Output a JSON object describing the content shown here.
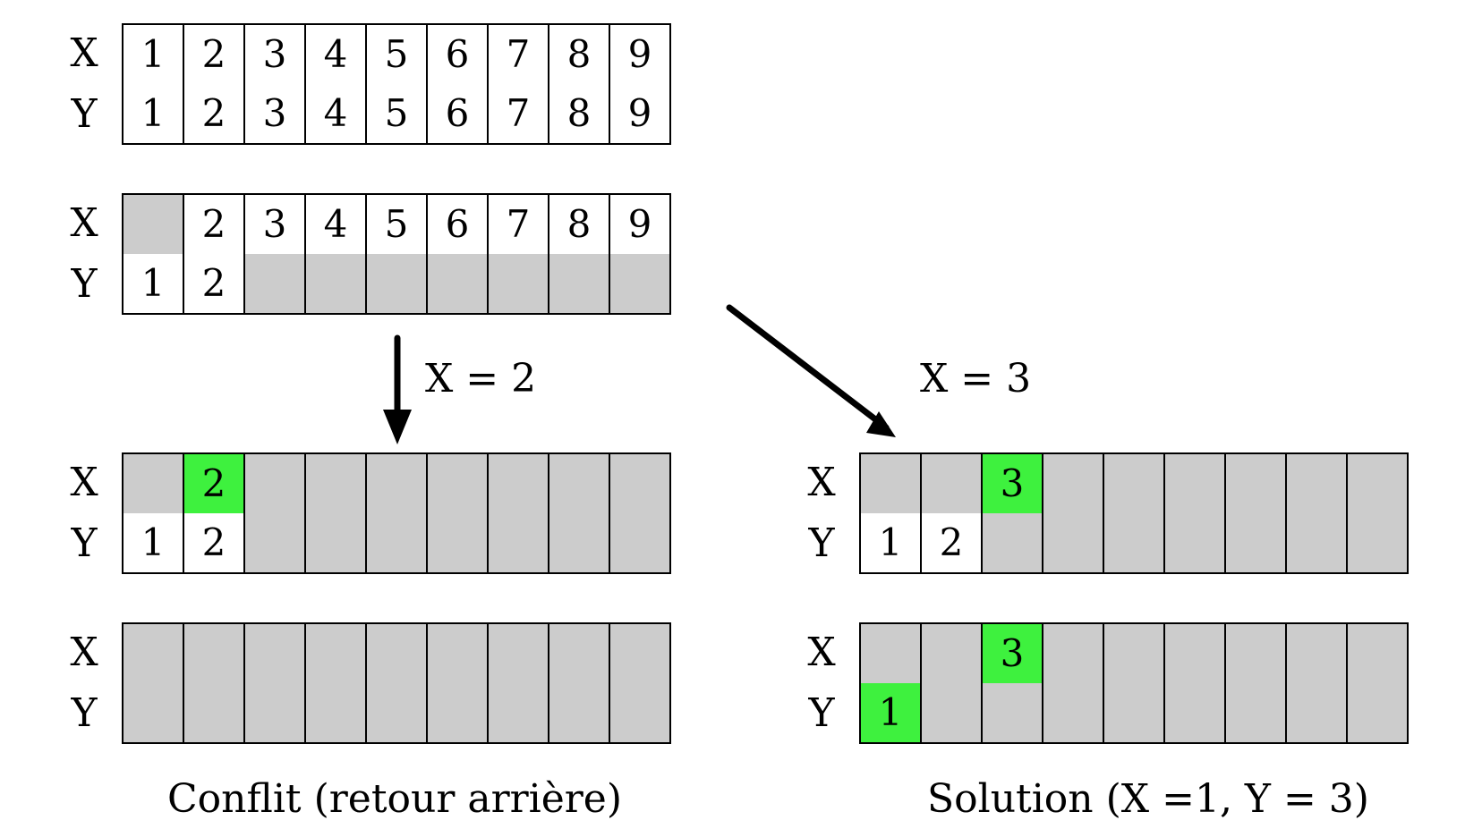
{
  "row_labels": {
    "x": "X",
    "y": "Y"
  },
  "colors": {
    "white": "#ffffff",
    "grey": "#cccccc",
    "green": "#3ef13e"
  },
  "grids": [
    {
      "id": "initial",
      "x": [
        {
          "v": "1",
          "s": "white"
        },
        {
          "v": "2",
          "s": "white"
        },
        {
          "v": "3",
          "s": "white"
        },
        {
          "v": "4",
          "s": "white"
        },
        {
          "v": "5",
          "s": "white"
        },
        {
          "v": "6",
          "s": "white"
        },
        {
          "v": "7",
          "s": "white"
        },
        {
          "v": "8",
          "s": "white"
        },
        {
          "v": "9",
          "s": "white"
        }
      ],
      "y": [
        {
          "v": "1",
          "s": "white"
        },
        {
          "v": "2",
          "s": "white"
        },
        {
          "v": "3",
          "s": "white"
        },
        {
          "v": "4",
          "s": "white"
        },
        {
          "v": "5",
          "s": "white"
        },
        {
          "v": "6",
          "s": "white"
        },
        {
          "v": "7",
          "s": "white"
        },
        {
          "v": "8",
          "s": "white"
        },
        {
          "v": "9",
          "s": "white"
        }
      ]
    },
    {
      "id": "after-constraint",
      "x": [
        {
          "v": "",
          "s": "grey"
        },
        {
          "v": "2",
          "s": "white"
        },
        {
          "v": "3",
          "s": "white"
        },
        {
          "v": "4",
          "s": "white"
        },
        {
          "v": "5",
          "s": "white"
        },
        {
          "v": "6",
          "s": "white"
        },
        {
          "v": "7",
          "s": "white"
        },
        {
          "v": "8",
          "s": "white"
        },
        {
          "v": "9",
          "s": "white"
        }
      ],
      "y": [
        {
          "v": "1",
          "s": "white"
        },
        {
          "v": "2",
          "s": "white"
        },
        {
          "v": "",
          "s": "grey"
        },
        {
          "v": "",
          "s": "grey"
        },
        {
          "v": "",
          "s": "grey"
        },
        {
          "v": "",
          "s": "grey"
        },
        {
          "v": "",
          "s": "grey"
        },
        {
          "v": "",
          "s": "grey"
        },
        {
          "v": "",
          "s": "grey"
        }
      ]
    },
    {
      "id": "branch-x2-step1",
      "x": [
        {
          "v": "",
          "s": "grey"
        },
        {
          "v": "2",
          "s": "green"
        },
        {
          "v": "",
          "s": "grey"
        },
        {
          "v": "",
          "s": "grey"
        },
        {
          "v": "",
          "s": "grey"
        },
        {
          "v": "",
          "s": "grey"
        },
        {
          "v": "",
          "s": "grey"
        },
        {
          "v": "",
          "s": "grey"
        },
        {
          "v": "",
          "s": "grey"
        }
      ],
      "y": [
        {
          "v": "1",
          "s": "white"
        },
        {
          "v": "2",
          "s": "white"
        },
        {
          "v": "",
          "s": "grey"
        },
        {
          "v": "",
          "s": "grey"
        },
        {
          "v": "",
          "s": "grey"
        },
        {
          "v": "",
          "s": "grey"
        },
        {
          "v": "",
          "s": "grey"
        },
        {
          "v": "",
          "s": "grey"
        },
        {
          "v": "",
          "s": "grey"
        }
      ]
    },
    {
      "id": "branch-x2-step2",
      "x": [
        {
          "v": "",
          "s": "grey"
        },
        {
          "v": "",
          "s": "grey"
        },
        {
          "v": "",
          "s": "grey"
        },
        {
          "v": "",
          "s": "grey"
        },
        {
          "v": "",
          "s": "grey"
        },
        {
          "v": "",
          "s": "grey"
        },
        {
          "v": "",
          "s": "grey"
        },
        {
          "v": "",
          "s": "grey"
        },
        {
          "v": "",
          "s": "grey"
        }
      ],
      "y": [
        {
          "v": "",
          "s": "grey"
        },
        {
          "v": "",
          "s": "grey"
        },
        {
          "v": "",
          "s": "grey"
        },
        {
          "v": "",
          "s": "grey"
        },
        {
          "v": "",
          "s": "grey"
        },
        {
          "v": "",
          "s": "grey"
        },
        {
          "v": "",
          "s": "grey"
        },
        {
          "v": "",
          "s": "grey"
        },
        {
          "v": "",
          "s": "grey"
        }
      ]
    },
    {
      "id": "branch-x3-step1",
      "x": [
        {
          "v": "",
          "s": "grey"
        },
        {
          "v": "",
          "s": "grey"
        },
        {
          "v": "3",
          "s": "green"
        },
        {
          "v": "",
          "s": "grey"
        },
        {
          "v": "",
          "s": "grey"
        },
        {
          "v": "",
          "s": "grey"
        },
        {
          "v": "",
          "s": "grey"
        },
        {
          "v": "",
          "s": "grey"
        },
        {
          "v": "",
          "s": "grey"
        }
      ],
      "y": [
        {
          "v": "1",
          "s": "white"
        },
        {
          "v": "2",
          "s": "white"
        },
        {
          "v": "",
          "s": "grey"
        },
        {
          "v": "",
          "s": "grey"
        },
        {
          "v": "",
          "s": "grey"
        },
        {
          "v": "",
          "s": "grey"
        },
        {
          "v": "",
          "s": "grey"
        },
        {
          "v": "",
          "s": "grey"
        },
        {
          "v": "",
          "s": "grey"
        }
      ]
    },
    {
      "id": "branch-x3-step2",
      "x": [
        {
          "v": "",
          "s": "grey"
        },
        {
          "v": "",
          "s": "grey"
        },
        {
          "v": "3",
          "s": "green"
        },
        {
          "v": "",
          "s": "grey"
        },
        {
          "v": "",
          "s": "grey"
        },
        {
          "v": "",
          "s": "grey"
        },
        {
          "v": "",
          "s": "grey"
        },
        {
          "v": "",
          "s": "grey"
        },
        {
          "v": "",
          "s": "grey"
        }
      ],
      "y": [
        {
          "v": "1",
          "s": "green"
        },
        {
          "v": "",
          "s": "grey"
        },
        {
          "v": "",
          "s": "grey"
        },
        {
          "v": "",
          "s": "grey"
        },
        {
          "v": "",
          "s": "grey"
        },
        {
          "v": "",
          "s": "grey"
        },
        {
          "v": "",
          "s": "grey"
        },
        {
          "v": "",
          "s": "grey"
        },
        {
          "v": "",
          "s": "grey"
        }
      ]
    }
  ],
  "arrows": {
    "left_label": "X = 2",
    "right_label": "X = 3"
  },
  "captions": {
    "left": "Conflit (retour arrière)",
    "right": "Solution (X =1, Y = 3)"
  }
}
